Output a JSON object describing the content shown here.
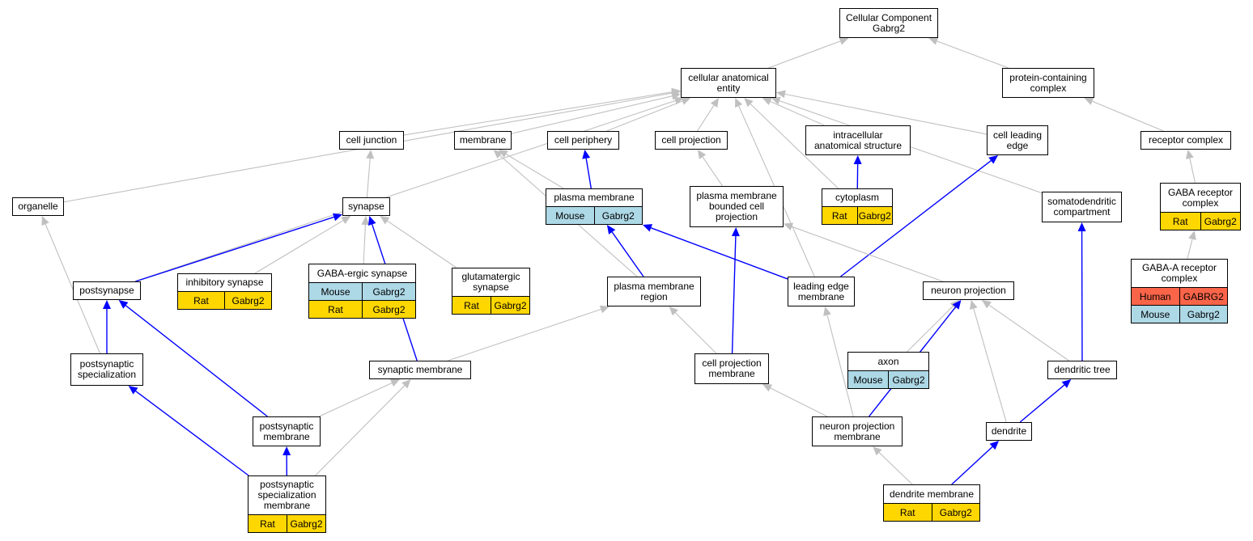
{
  "colors": {
    "gray_edge": "#c0c0c0",
    "blue_edge": "#0000ff",
    "rat": "#ffd700",
    "mouse": "#add8e6",
    "human": "#fa6449"
  },
  "nodes": [
    {
      "id": "cellular-component",
      "label": "Cellular Component\nGabrg2"
    },
    {
      "id": "cellular-anatomical-entity",
      "label": "cellular anatomical\nentity"
    },
    {
      "id": "protein-containing-complex",
      "label": "protein-containing\ncomplex"
    },
    {
      "id": "cell-junction",
      "label": "cell junction"
    },
    {
      "id": "membrane",
      "label": "membrane"
    },
    {
      "id": "cell-periphery",
      "label": "cell periphery"
    },
    {
      "id": "cell-projection",
      "label": "cell projection"
    },
    {
      "id": "intracellular-anatomical-structure",
      "label": "intracellular\nanatomical structure"
    },
    {
      "id": "cell-leading-edge",
      "label": "cell leading\nedge"
    },
    {
      "id": "receptor-complex",
      "label": "receptor complex"
    },
    {
      "id": "organelle",
      "label": "organelle"
    },
    {
      "id": "synapse",
      "label": "synapse"
    },
    {
      "id": "plasma-membrane",
      "label": "plasma membrane",
      "rows": [
        [
          {
            "text": "Mouse",
            "color": "mouse"
          },
          {
            "text": "Gabrg2",
            "color": "mouse"
          }
        ]
      ]
    },
    {
      "id": "plasma-membrane-bounded-cell-projection",
      "label": "plasma membrane\nbounded cell\nprojection"
    },
    {
      "id": "cytoplasm",
      "label": "cytoplasm",
      "rows": [
        [
          {
            "text": "Rat",
            "color": "rat"
          },
          {
            "text": "Gabrg2",
            "color": "rat"
          }
        ]
      ]
    },
    {
      "id": "somatodendritic-compartment",
      "label": "somatodendritic\ncompartment"
    },
    {
      "id": "gaba-receptor-complex",
      "label": "GABA receptor\ncomplex",
      "rows": [
        [
          {
            "text": "Rat",
            "color": "rat"
          },
          {
            "text": "Gabrg2",
            "color": "rat"
          }
        ]
      ]
    },
    {
      "id": "gaba-a-receptor-complex",
      "label": "GABA-A receptor\ncomplex",
      "rows": [
        [
          {
            "text": "Human",
            "color": "human"
          },
          {
            "text": "GABRG2",
            "color": "human"
          }
        ],
        [
          {
            "text": "Mouse",
            "color": "mouse"
          },
          {
            "text": "Gabrg2",
            "color": "mouse"
          }
        ]
      ]
    },
    {
      "id": "postsynapse",
      "label": "postsynapse"
    },
    {
      "id": "inhibitory-synapse",
      "label": "inhibitory synapse",
      "rows": [
        [
          {
            "text": "Rat",
            "color": "rat"
          },
          {
            "text": "Gabrg2",
            "color": "rat"
          }
        ]
      ]
    },
    {
      "id": "gaba-ergic-synapse",
      "label": "GABA-ergic synapse",
      "rows": [
        [
          {
            "text": "Mouse",
            "color": "mouse"
          },
          {
            "text": "Gabrg2",
            "color": "mouse"
          }
        ],
        [
          {
            "text": "Rat",
            "color": "rat"
          },
          {
            "text": "Gabrg2",
            "color": "rat"
          }
        ]
      ]
    },
    {
      "id": "glutamatergic-synapse",
      "label": "glutamatergic\nsynapse",
      "rows": [
        [
          {
            "text": "Rat",
            "color": "rat"
          },
          {
            "text": "Gabrg2",
            "color": "rat"
          }
        ]
      ]
    },
    {
      "id": "plasma-membrane-region",
      "label": "plasma membrane\nregion"
    },
    {
      "id": "leading-edge-membrane",
      "label": "leading edge\nmembrane"
    },
    {
      "id": "neuron-projection",
      "label": "neuron projection"
    },
    {
      "id": "postsynaptic-specialization",
      "label": "postsynaptic\nspecialization"
    },
    {
      "id": "synaptic-membrane",
      "label": "synaptic membrane"
    },
    {
      "id": "cell-projection-membrane",
      "label": "cell projection\nmembrane"
    },
    {
      "id": "axon",
      "label": "axon",
      "rows": [
        [
          {
            "text": "Mouse",
            "color": "mouse"
          },
          {
            "text": "Gabrg2",
            "color": "mouse"
          }
        ]
      ]
    },
    {
      "id": "dendritic-tree",
      "label": "dendritic tree"
    },
    {
      "id": "postsynaptic-membrane",
      "label": "postsynaptic\nmembrane"
    },
    {
      "id": "neuron-projection-membrane",
      "label": "neuron projection\nmembrane"
    },
    {
      "id": "dendrite",
      "label": "dendrite"
    },
    {
      "id": "postsynaptic-specialization-membrane",
      "label": "postsynaptic\nspecialization\nmembrane",
      "rows": [
        [
          {
            "text": "Rat",
            "color": "rat"
          },
          {
            "text": "Gabrg2",
            "color": "rat"
          }
        ]
      ]
    },
    {
      "id": "dendrite-membrane",
      "label": "dendrite membrane",
      "rows": [
        [
          {
            "text": "Rat",
            "color": "rat"
          },
          {
            "text": "Gabrg2",
            "color": "rat"
          }
        ]
      ]
    }
  ],
  "edges": [
    {
      "from": "cellular-anatomical-entity",
      "to": "cellular-component",
      "type": "gray"
    },
    {
      "from": "protein-containing-complex",
      "to": "cellular-component",
      "type": "gray"
    },
    {
      "from": "cell-junction",
      "to": "cellular-anatomical-entity",
      "type": "gray"
    },
    {
      "from": "membrane",
      "to": "cellular-anatomical-entity",
      "type": "gray"
    },
    {
      "from": "cell-periphery",
      "to": "cellular-anatomical-entity",
      "type": "gray"
    },
    {
      "from": "cell-projection",
      "to": "cellular-anatomical-entity",
      "type": "gray"
    },
    {
      "from": "intracellular-anatomical-structure",
      "to": "cellular-anatomical-entity",
      "type": "gray"
    },
    {
      "from": "cell-leading-edge",
      "to": "cellular-anatomical-entity",
      "type": "gray"
    },
    {
      "from": "organelle",
      "to": "cellular-anatomical-entity",
      "type": "gray"
    },
    {
      "from": "postsynapse",
      "to": "cellular-anatomical-entity",
      "type": "gray"
    },
    {
      "from": "cytoplasm",
      "to": "cellular-anatomical-entity",
      "type": "gray"
    },
    {
      "from": "somatodendritic-compartment",
      "to": "cellular-anatomical-entity",
      "type": "gray"
    },
    {
      "from": "leading-edge-membrane",
      "to": "cellular-anatomical-entity",
      "type": "gray"
    },
    {
      "from": "receptor-complex",
      "to": "protein-containing-complex",
      "type": "gray"
    },
    {
      "from": "synapse",
      "to": "cell-junction",
      "type": "gray"
    },
    {
      "from": "plasma-membrane",
      "to": "membrane",
      "type": "gray"
    },
    {
      "from": "plasma-membrane-region",
      "to": "membrane",
      "type": "gray"
    },
    {
      "from": "plasma-membrane",
      "to": "cell-periphery",
      "type": "blue"
    },
    {
      "from": "plasma-membrane-bounded-cell-projection",
      "to": "cell-projection",
      "type": "gray"
    },
    {
      "from": "cytoplasm",
      "to": "intracellular-anatomical-structure",
      "type": "blue"
    },
    {
      "from": "leading-edge-membrane",
      "to": "cell-leading-edge",
      "type": "blue"
    },
    {
      "from": "gaba-receptor-complex",
      "to": "receptor-complex",
      "type": "gray"
    },
    {
      "from": "gaba-a-receptor-complex",
      "to": "gaba-receptor-complex",
      "type": "gray"
    },
    {
      "from": "postsynaptic-specialization",
      "to": "organelle",
      "type": "gray"
    },
    {
      "from": "postsynapse",
      "to": "synapse",
      "type": "blue"
    },
    {
      "from": "inhibitory-synapse",
      "to": "synapse",
      "type": "gray"
    },
    {
      "from": "gaba-ergic-synapse",
      "to": "synapse",
      "type": "gray"
    },
    {
      "from": "glutamatergic-synapse",
      "to": "synapse",
      "type": "gray"
    },
    {
      "from": "synaptic-membrane",
      "to": "synapse",
      "type": "blue"
    },
    {
      "from": "plasma-membrane-region",
      "to": "plasma-membrane",
      "type": "blue"
    },
    {
      "from": "leading-edge-membrane",
      "to": "plasma-membrane",
      "type": "blue"
    },
    {
      "from": "cell-projection-membrane",
      "to": "plasma-membrane-bounded-cell-projection",
      "type": "blue"
    },
    {
      "from": "neuron-projection",
      "to": "plasma-membrane-bounded-cell-projection",
      "type": "gray"
    },
    {
      "from": "dendritic-tree",
      "to": "somatodendritic-compartment",
      "type": "blue"
    },
    {
      "from": "postsynaptic-specialization",
      "to": "postsynapse",
      "type": "blue"
    },
    {
      "from": "postsynaptic-membrane",
      "to": "postsynapse",
      "type": "blue"
    },
    {
      "from": "synaptic-membrane",
      "to": "plasma-membrane-region",
      "type": "gray"
    },
    {
      "from": "cell-projection-membrane",
      "to": "plasma-membrane-region",
      "type": "gray"
    },
    {
      "from": "neuron-projection-membrane",
      "to": "leading-edge-membrane",
      "type": "gray"
    },
    {
      "from": "axon",
      "to": "neuron-projection",
      "type": "gray"
    },
    {
      "from": "dendritic-tree",
      "to": "neuron-projection",
      "type": "gray"
    },
    {
      "from": "dendrite",
      "to": "neuron-projection",
      "type": "gray"
    },
    {
      "from": "neuron-projection-membrane",
      "to": "neuron-projection",
      "type": "blue"
    },
    {
      "from": "postsynaptic-specialization-membrane",
      "to": "postsynaptic-specialization",
      "type": "blue"
    },
    {
      "from": "postsynaptic-membrane",
      "to": "synaptic-membrane",
      "type": "gray"
    },
    {
      "from": "postsynaptic-specialization-membrane",
      "to": "synaptic-membrane",
      "type": "gray"
    },
    {
      "from": "neuron-projection-membrane",
      "to": "cell-projection-membrane",
      "type": "gray"
    },
    {
      "from": "dendrite",
      "to": "dendritic-tree",
      "type": "blue"
    },
    {
      "from": "postsynaptic-specialization-membrane",
      "to": "postsynaptic-membrane",
      "type": "blue"
    },
    {
      "from": "dendrite-membrane",
      "to": "neuron-projection-membrane",
      "type": "gray"
    },
    {
      "from": "dendrite-membrane",
      "to": "dendrite",
      "type": "blue"
    }
  ]
}
